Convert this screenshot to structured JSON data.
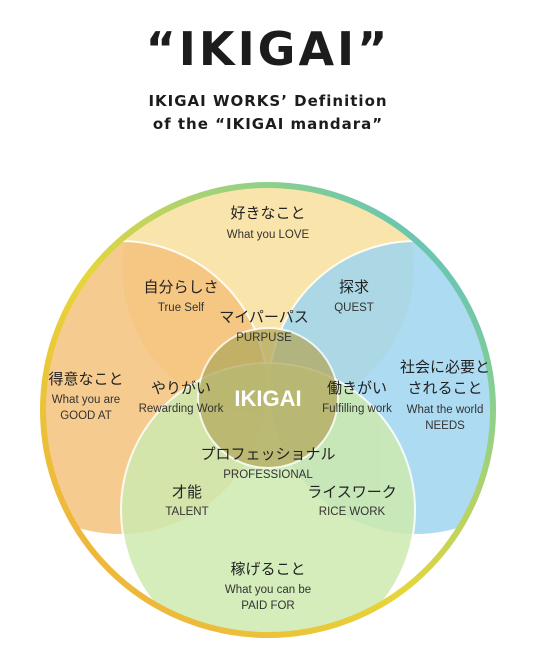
{
  "header": {
    "title": "“IKIGAI”",
    "subtitle_line1": "IKIGAI WORKS’ Definition",
    "subtitle_line2": "of the “IKIGAI mandara”"
  },
  "diagram": {
    "center": "IKIGAI",
    "love": {
      "jp": "好きなこと",
      "en": "What you LOVE"
    },
    "good_at": {
      "jp": "得意なこと",
      "en1": "What you are",
      "en2": "GOOD AT"
    },
    "needs": {
      "jp1": "社会に必要と",
      "jp2": "されること",
      "en1": "What the world",
      "en2": "NEEDS"
    },
    "paid": {
      "jp": "稼げること",
      "en1": "What you can be",
      "en2": "PAID FOR"
    },
    "true_self": {
      "jp": "自分らしさ",
      "en": "True Self"
    },
    "quest": {
      "jp": "探求",
      "en": "QUEST"
    },
    "talent": {
      "jp": "才能",
      "en": "TALENT"
    },
    "rice_work": {
      "jp": "ライスワーク",
      "en": "RICE WORK"
    },
    "purpose": {
      "jp": "マイパーパス",
      "en": "PURPUSE"
    },
    "professional": {
      "jp": "プロフェッショナル",
      "en": "PROFESSIONAL"
    },
    "rewarding": {
      "jp": "やりがい",
      "en": "Rewarding Work"
    },
    "fulfilling": {
      "jp": "働きがい",
      "en": "Fulfilling work"
    },
    "colors": {
      "love": "#f9e3a4",
      "good_at": "#f5c27d",
      "needs": "#9fd5ef",
      "paid": "#cdeab0",
      "center": "#b3a95e",
      "ring_start": "#f2a93b",
      "ring_end": "#3ab6e6"
    }
  }
}
